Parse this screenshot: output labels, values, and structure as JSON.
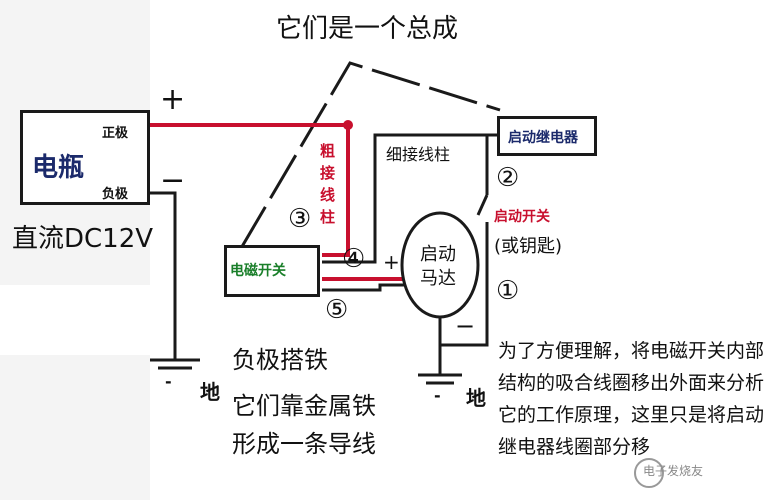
{
  "title": "它们是一个总成",
  "battery": {
    "label": "电瓶",
    "pos_terminal": "正极",
    "neg_terminal": "负极",
    "plus_sign": "+",
    "minus_sign": "−",
    "spec": "直流DC12V"
  },
  "relay": {
    "label": "启动继电器"
  },
  "thin_post": "细接线柱",
  "thick_post": [
    "粗",
    "接",
    "线",
    "柱"
  ],
  "solenoid": {
    "label": "电磁开关"
  },
  "motor": {
    "label_line1": "启动",
    "label_line2": "马达",
    "plus": "+",
    "minus": "−"
  },
  "markers": {
    "m1": "①",
    "m2": "②",
    "m3": "③",
    "m4": "④",
    "m5": "⑤"
  },
  "switch": {
    "label": "启动开关",
    "sub": "(或钥匙)"
  },
  "ground_label": "地",
  "ground_minus": "-",
  "explain": [
    "负极搭铁",
    "它们靠金属铁",
    "形成一条导线"
  ],
  "note": "为了方便理解，将电磁开关内部结构的吸合线圈移出外面来分析它的工作原理，这里只是将启动继电器线圈部分移",
  "watermark": "电子发烧友",
  "colors": {
    "wire_red": "#c8102e",
    "wire_black": "#1a1a1a",
    "label_green": "#1a7f2a",
    "label_navy": "#1b2a6b"
  }
}
